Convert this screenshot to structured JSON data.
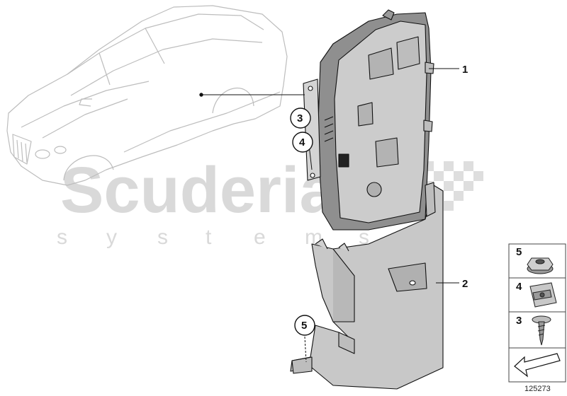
{
  "watermark": {
    "brand": "Scuderia",
    "subtitle": [
      "s",
      "y",
      "s",
      "t",
      "e",
      "m",
      "s"
    ]
  },
  "callouts": [
    {
      "id": "1",
      "label": "1"
    },
    {
      "id": "2",
      "label": "2"
    }
  ],
  "circled_refs": [
    {
      "id": "3",
      "label": "3"
    },
    {
      "id": "4",
      "label": "4"
    },
    {
      "id": "5",
      "label": "5"
    }
  ],
  "legend": {
    "items": [
      {
        "number": "5",
        "part": "hex-collar-nut-icon"
      },
      {
        "number": "4",
        "part": "spring-nut-clip-icon"
      },
      {
        "number": "3",
        "part": "self-tapping-screw-icon"
      }
    ],
    "footer_icon": "arrow-icon"
  },
  "diagram_id": "125273",
  "colors": {
    "line": "#111111",
    "car_outline": "#bdbdbd",
    "part_fill": "#cfcfcf",
    "part_dark": "#9a9a9a",
    "watermark": "#d9d9d9",
    "legend_border": "#444444"
  }
}
